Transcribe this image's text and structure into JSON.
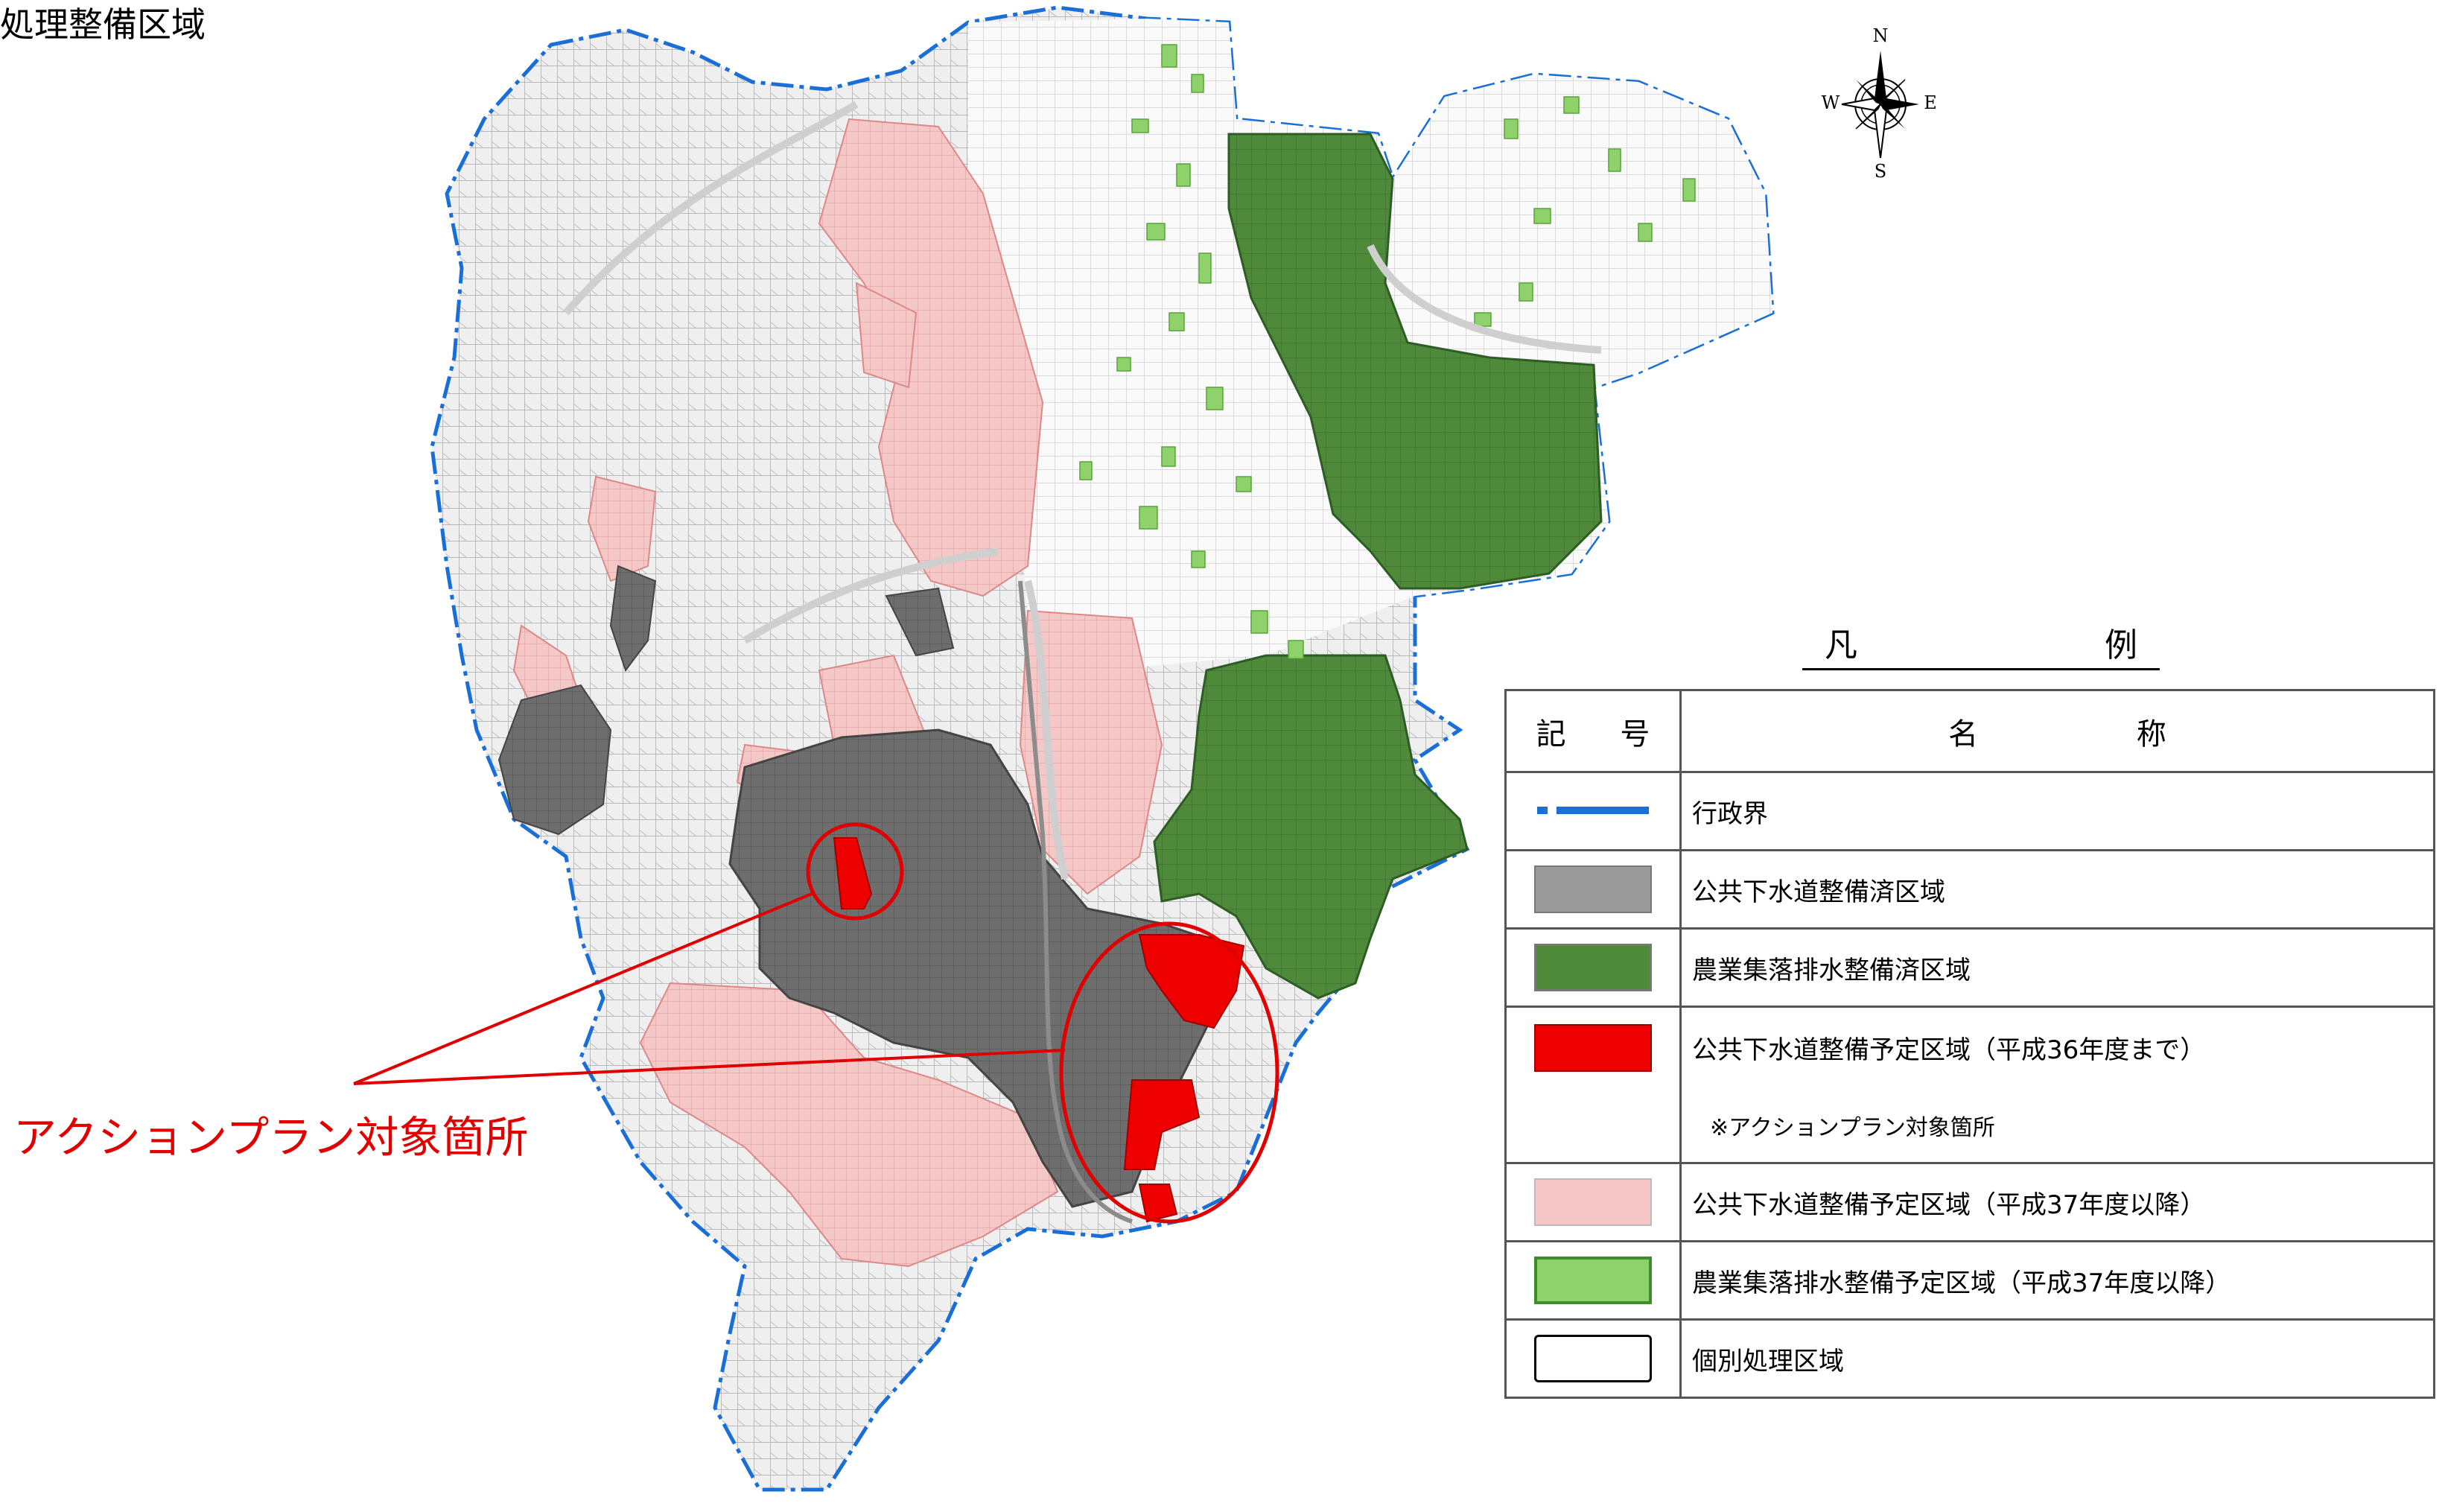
{
  "title": "処理整備区域",
  "callout": {
    "label": "アクションプラン対象箇所",
    "color": "#e00000"
  },
  "compass": {
    "n": "N",
    "s": "S",
    "e": "E",
    "w": "W"
  },
  "legend": {
    "heading": {
      "left": "凡",
      "right": "例"
    },
    "header": {
      "symbol_a": "記",
      "symbol_b": "号",
      "name_a": "名",
      "name_b": "称"
    },
    "items": [
      {
        "label": "行政界",
        "kind": "line",
        "color": "#1a6fd6"
      },
      {
        "label": "公共下水道整備済区域",
        "kind": "fill",
        "color": "#9a9a9a"
      },
      {
        "label": "農業集落排水整備済区域",
        "kind": "fill",
        "color": "#4e8a3a"
      },
      {
        "label": "公共下水道整備予定区域（平成36年度まで）",
        "note": "※アクションプラン対象箇所",
        "kind": "fill",
        "color": "#ee0000"
      },
      {
        "label": "公共下水道整備予定区域（平成37年度以降）",
        "kind": "fill",
        "color": "#f7c6c6"
      },
      {
        "label": "農業集落排水整備予定区域（平成37年度以降）",
        "kind": "fill",
        "color": "#8fd16a"
      },
      {
        "label": "個別処理区域",
        "kind": "outline",
        "color": "#000000"
      }
    ]
  }
}
